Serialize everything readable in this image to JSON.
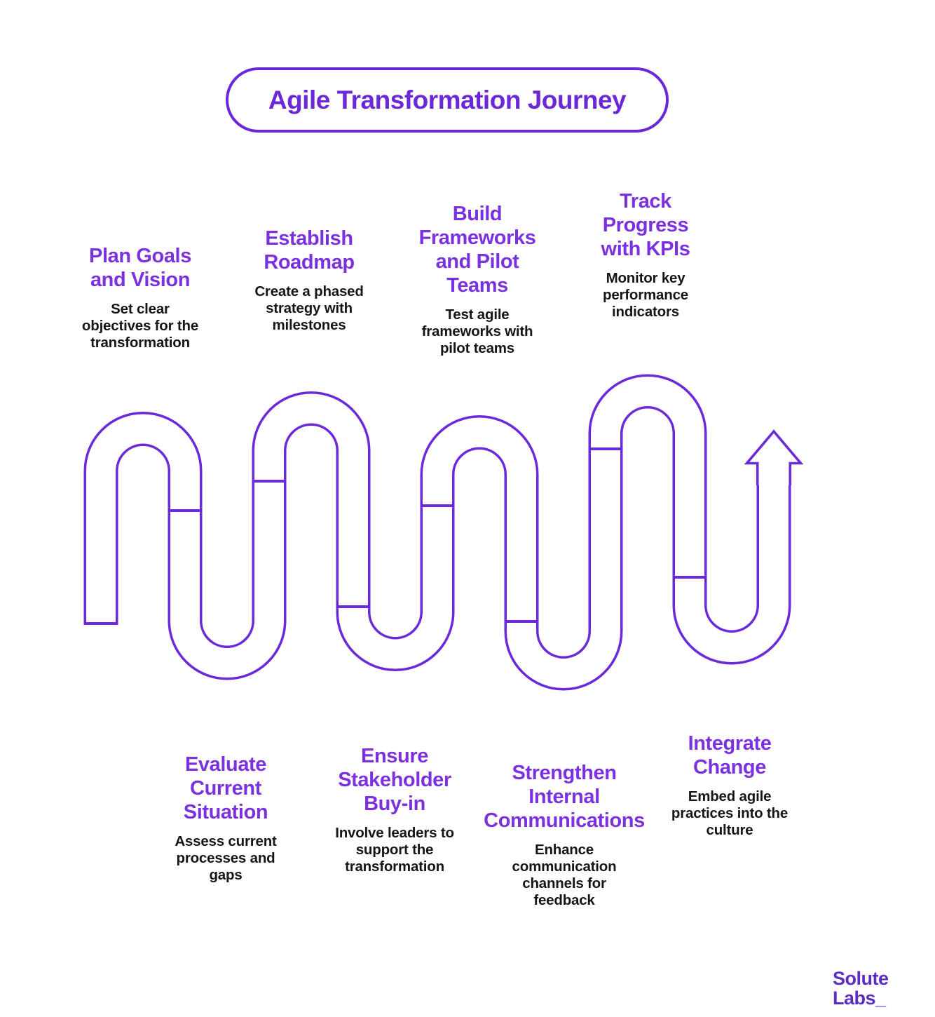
{
  "title": "Agile Transformation Journey",
  "steps_top": [
    {
      "title": "Plan Goals\nand Vision",
      "description": "Set clear\nobjectives for the\ntransformation"
    },
    {
      "title": "Establish\nRoadmap",
      "description": "Create a phased\nstrategy with\nmilestones"
    },
    {
      "title": "Build\nFrameworks\nand Pilot\nTeams",
      "description": "Test agile\nframeworks with\npilot teams"
    },
    {
      "title": "Track\nProgress\nwith KPIs",
      "description": "Monitor key\nperformance\nindicators"
    }
  ],
  "steps_bottom": [
    {
      "title": "Evaluate\nCurrent\nSituation",
      "description": "Assess current\nprocesses and\ngaps"
    },
    {
      "title": "Ensure\nStakeholder\nBuy-in",
      "description": "Involve leaders to\nsupport the\ntransformation"
    },
    {
      "title": "Strengthen\nInternal\nCommunications",
      "description": "Enhance\ncommunication\nchannels for\nfeedback"
    },
    {
      "title": "Integrate\nChange",
      "description": "Embed agile\npractices into the\nculture"
    }
  ],
  "journey_path": {
    "shape": "serpentine-road",
    "milestone_markers": 7,
    "arrow_direction": "up"
  },
  "logo": {
    "line1": "Solute",
    "line2": "Labs_"
  },
  "colors": {
    "background": "#FFFFFF",
    "accent": "#6B28D8",
    "step_heading": "#7B31DF",
    "path_stroke": "#6B2AD9",
    "body_text": "#161616",
    "logo": "#5D2DC2"
  }
}
